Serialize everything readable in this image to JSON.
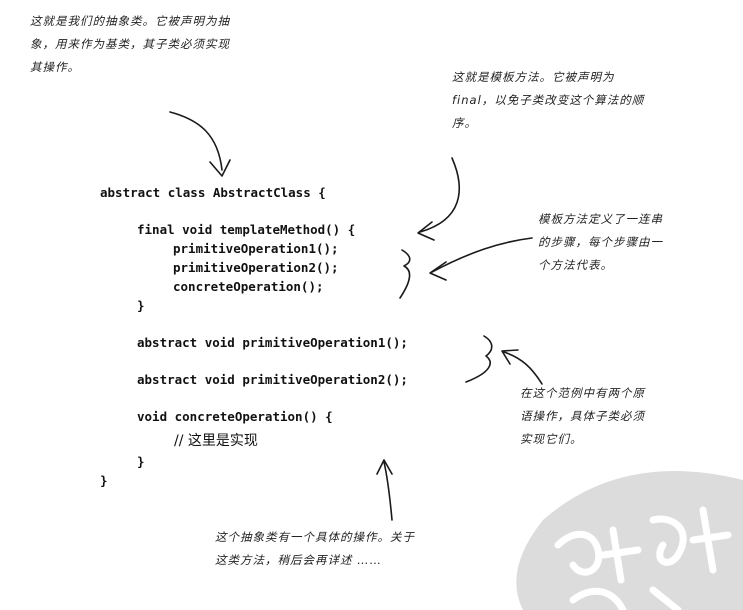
{
  "annotations": {
    "abstract_class_note": "这就是我们的抽象类。它被声明为抽\n象，用来作为基类，其子类必须实现\n其操作。",
    "template_method_note": "这就是模板方法。它被声明为\nfinal，以免子类改变这个算法的顺\n序。",
    "steps_note": "模板方法定义了一连串\n的步骤，每个步骤由一\n个方法代表。",
    "primitive_ops_note": "在这个范例中有两个原\n语操作，具体子类必须\n实现它们。",
    "concrete_op_note": "这个抽象类有一个具体的操作。关于\n这类方法，稍后会再详述 ……"
  },
  "code": {
    "line1": "abstract class AbstractClass {",
    "line2": "final void templateMethod() {",
    "line3": "primitiveOperation1();",
    "line4": "primitiveOperation2();",
    "line5": "concreteOperation();",
    "line6": "}",
    "line7": "abstract void primitiveOperation1();",
    "line8": "abstract void primitiveOperation2();",
    "line9": "void concreteOperation() {",
    "line10": "// 这里是实现",
    "line11": "}",
    "line12": "}"
  },
  "colors": {
    "ink": "#1a1a1a",
    "seal": "#d9d9d9"
  }
}
